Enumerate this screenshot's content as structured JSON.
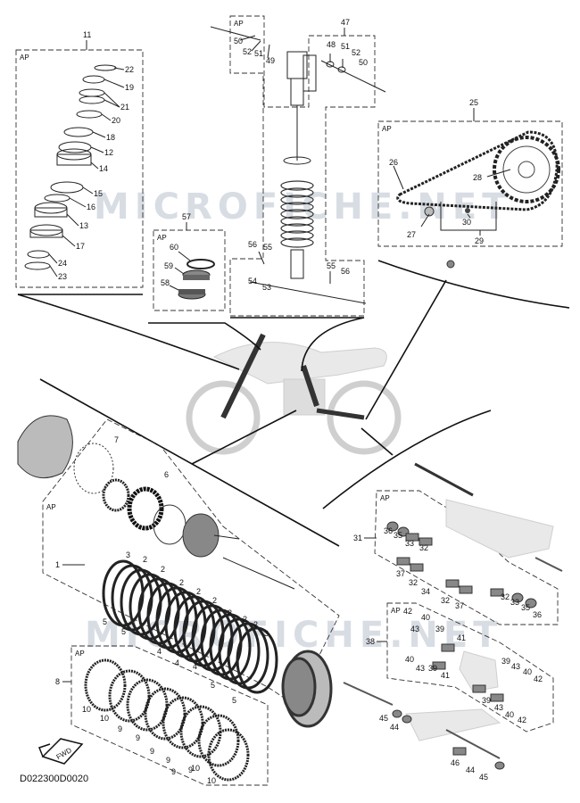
{
  "diagram_code": "D022300D0020",
  "fwd_label": "FWD",
  "watermark": "MICROFICHE.NET",
  "ap_label": "AP",
  "group_labels": {
    "fork_assembly": "11",
    "rear_shock_assembly": "47",
    "chain_sprocket_assembly": "25",
    "steering_bearing_assembly": "57",
    "clutch_assembly": "1",
    "friction_plate_set": "8",
    "swingarm_assembly": "31",
    "relay_arm_assembly": "38"
  },
  "fork_parts": [
    "22",
    "19",
    "21",
    "20",
    "18",
    "12",
    "14",
    "15",
    "16",
    "13",
    "17",
    "24",
    "23"
  ],
  "shock_parts": [
    "50",
    "52",
    "51",
    "49",
    "48",
    "51",
    "52",
    "50",
    "56",
    "55",
    "54",
    "53",
    "55",
    "56"
  ],
  "chain_parts": [
    "26",
    "28",
    "27",
    "30",
    "29"
  ],
  "bearing_parts": [
    "60",
    "59",
    "58"
  ],
  "clutch_parts": [
    "7",
    "6",
    "3",
    "2",
    "2",
    "2",
    "2",
    "2",
    "2",
    "2",
    "2",
    "3",
    "5",
    "5",
    "4",
    "4",
    "4",
    "5",
    "5"
  ],
  "friction_parts": [
    "10",
    "10",
    "9",
    "9",
    "9",
    "9",
    "9",
    "9",
    "10",
    "10"
  ],
  "swingarm_parts": [
    "36",
    "35",
    "33",
    "32",
    "37",
    "32",
    "34",
    "32",
    "37",
    "32",
    "33",
    "35",
    "36"
  ],
  "relay_parts": [
    "42",
    "40",
    "43",
    "39",
    "41",
    "40",
    "43",
    "39",
    "41",
    "39",
    "43",
    "40",
    "42",
    "39",
    "43",
    "40",
    "42",
    "45",
    "44",
    "46",
    "44",
    "45"
  ]
}
